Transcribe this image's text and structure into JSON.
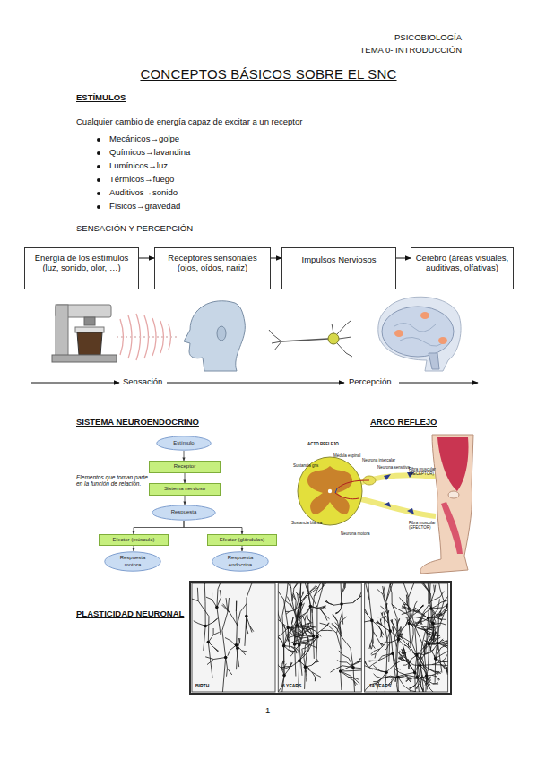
{
  "diagram": {
    "title": "CONCEPTOS BÁSICOS SOBRE EL SNC",
    "nodes": [
      {
        "text": [
          "Energía de los estímulos (luz, sonido, olor, …)"
        ]
      },
      {
        "text": [
          "Receptores sensoriales (ojos, oídos, nariz)"
        ]
      },
      {
        "text": [
          "Impulsos Nerviosos"
        ]
      },
      {
        "text": [
          "Cerebro (áreas visuales, auditivas, olfativas)"
        ]
      },
      {
        "text": [
          "Estímulo"
        ]
      },
      {
        "text": [
          "Receptor"
        ]
      },
      {
        "text": [
          "Sistema nervioso"
        ]
      },
      {
        "text": [
          "Respuesta"
        ]
      },
      {
        "text": [
          "Efector (músculo)"
        ]
      },
      {
        "text": [
          "Efector (glándulas)"
        ]
      },
      {
        "text": [
          "Respuesta motora"
        ]
      },
      {
        "text": [
          "Respuesta endocrina"
        ]
      }
    ],
    "edges": [
      {
        "from": 0,
        "to": 1,
        "arrow": "to"
      },
      {
        "from": 1,
        "to": 2,
        "arrow": "to"
      },
      {
        "from": 2,
        "to": 3,
        "arrow": "to"
      },
      {
        "from": 4,
        "to": 5,
        "arrow": "to"
      },
      {
        "from": 5,
        "to": 6,
        "arrow": "to"
      },
      {
        "from": 6,
        "to": 7,
        "arrow": "to"
      },
      {
        "from": 7,
        "to": 8,
        "arrow": "to"
      },
      {
        "from": 7,
        "to": 9,
        "arrow": "to"
      },
      {
        "from": 8,
        "to": 10,
        "arrow": "to"
      },
      {
        "from": 9,
        "to": 11,
        "arrow": "to"
      }
    ],
    "labels": [
      "PSICOBIOLOGÍA",
      "TEMA 0- INTRODUCCIÓN",
      "ESTÍMULOS",
      "Cualquier cambio de energía capaz de excitar a un receptor",
      "Mecánicos→golpe",
      "Químicos→lavandina",
      "Lumínicos→luz",
      "Térmicos→fuego",
      "Auditivos→sonido",
      "Físicos→gravedad",
      "SENSACIÓN Y PERCEPCIÓN",
      "Sensación",
      "Percepción",
      "SISTEMA NEUROENDOCRINO",
      "ARCO REFLEJO",
      "Elementos que toman parte en la función de relación.",
      "ACTO REFLEJO",
      "Médula espinal",
      "Sustancia gris",
      "Sustancia blanca",
      "Neurona intercalar",
      "Neurona sensitiva",
      "Neurona motora",
      "Fibra muscular (RECEPTOR)",
      "Fibra muscular (EFECTOR)",
      "PLASTICIDAD NEURONAL",
      "BIRTH",
      "6 YEARS",
      "14 YEARS",
      "1"
    ]
  }
}
